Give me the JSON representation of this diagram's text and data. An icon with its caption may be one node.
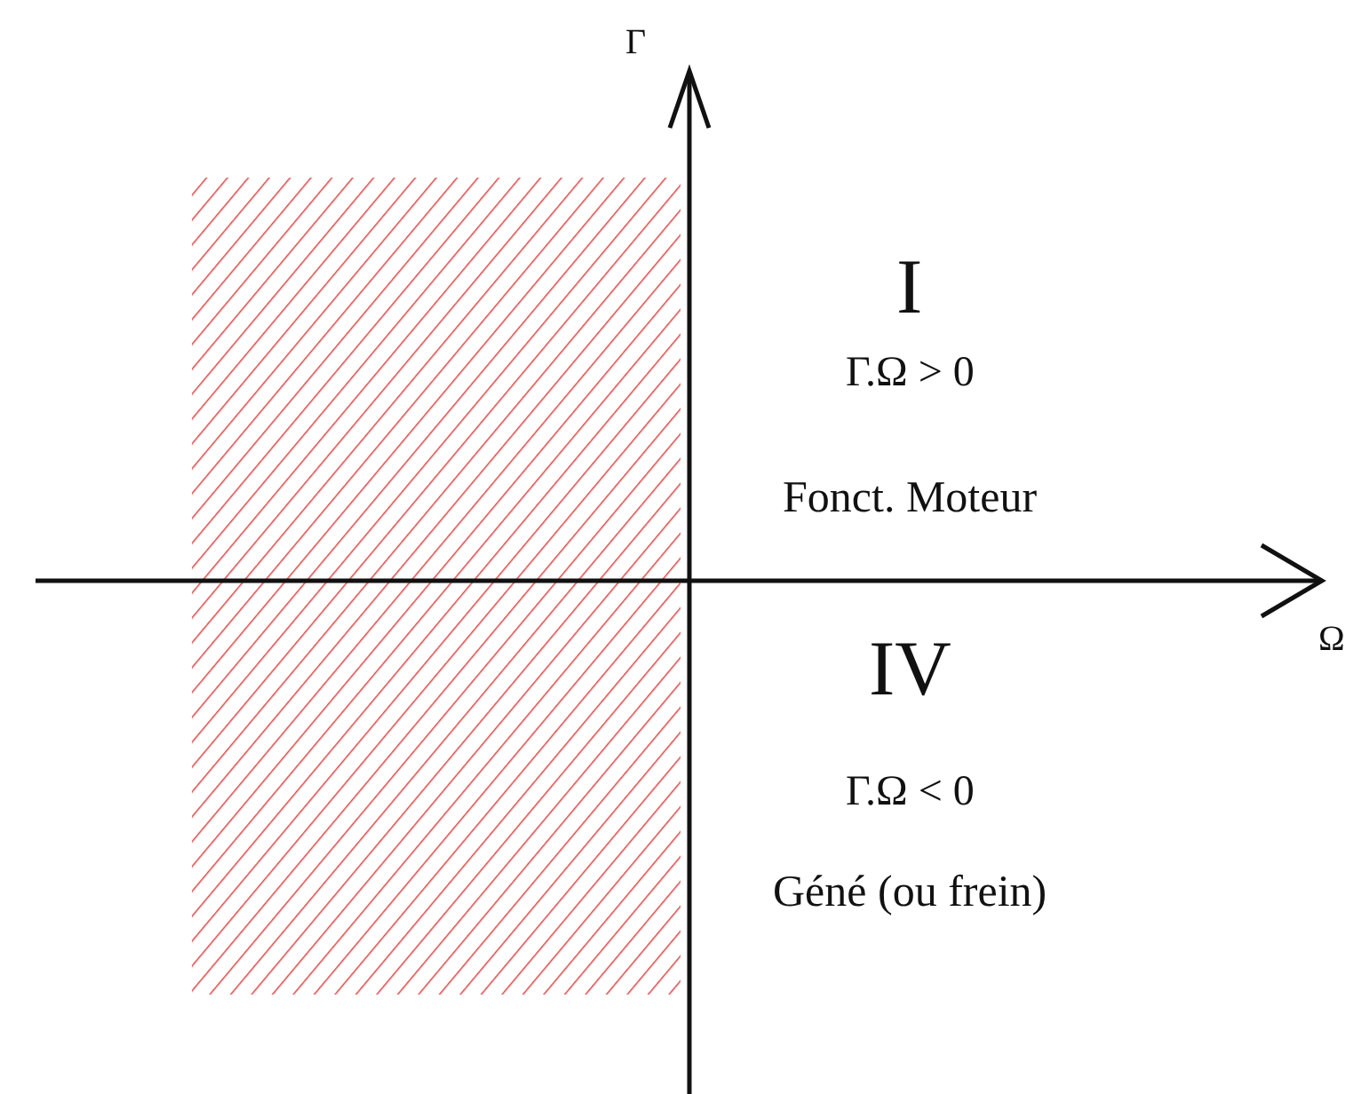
{
  "diagram": {
    "nodes": [
      {
        "text": [],
        "shape": "box"
      }
    ],
    "labels": [
      "Γ",
      "I",
      "Γ.Ω > 0",
      "Fonct. Moteur",
      "Ω",
      "IV",
      "Γ.Ω < 0",
      "Géné (ou frein)"
    ]
  }
}
